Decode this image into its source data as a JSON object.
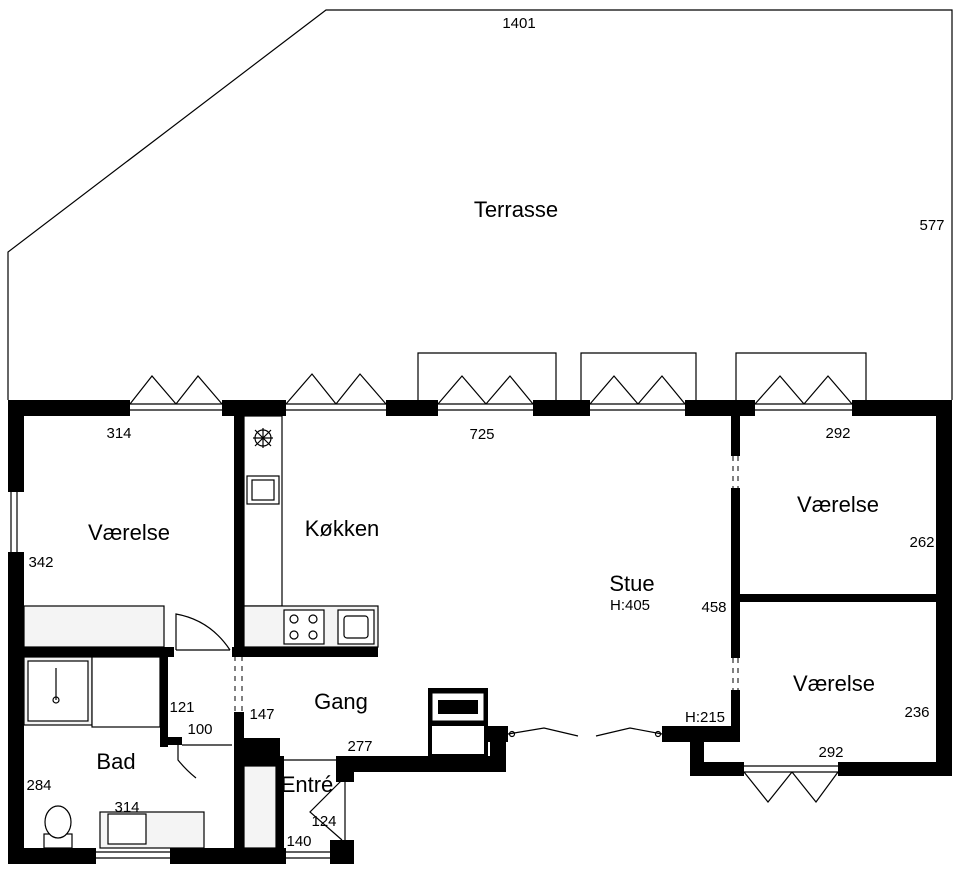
{
  "rooms": {
    "terrasse": "Terrasse",
    "vaerelse_left": "Værelse",
    "kokken": "Køkken",
    "stue": "Stue",
    "stue_height": "H:405",
    "vaerelse_right_top": "Værelse",
    "vaerelse_right_bottom": "Værelse",
    "gang": "Gang",
    "bad": "Bad",
    "entre": "Entré"
  },
  "dimensions": {
    "terrasse_width": "1401",
    "terrasse_depth": "577",
    "vaerelse_left_width": "314",
    "vaerelse_left_depth": "342",
    "stue_width": "725",
    "stue_depth": "458",
    "vaerelse_top_width": "292",
    "vaerelse_top_depth": "262",
    "vaerelse_bottom_depth": "236",
    "vaerelse_bottom_width": "292",
    "door_height": "H:215",
    "bad_depth": "284",
    "bad_width": "314",
    "gang_121": "121",
    "gang_100": "100",
    "gang_147": "147",
    "gang_277": "277",
    "entre_124": "124",
    "entre_140": "140"
  }
}
